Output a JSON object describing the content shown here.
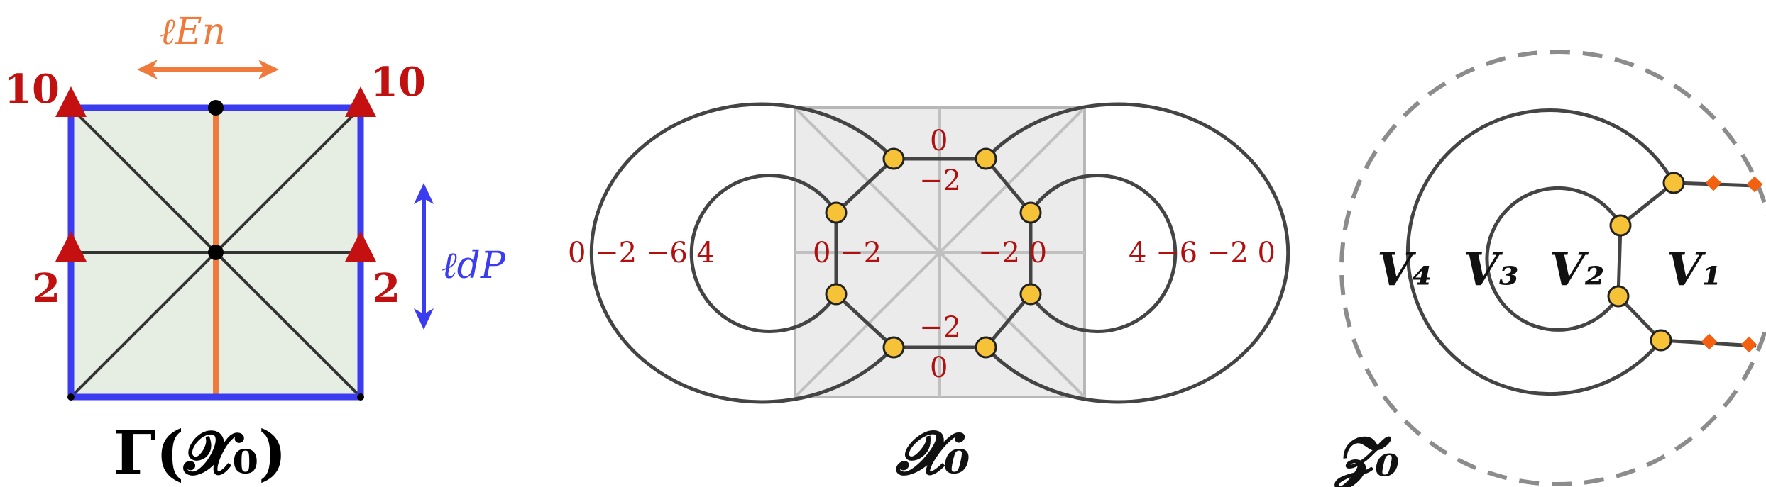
{
  "panel_gamma": {
    "title": "Γ(𝓧₀)",
    "corner_top_left": "10",
    "corner_top_right": "10",
    "mid_left": "2",
    "mid_right": "2",
    "arrow_en": "ℓEn",
    "arrow_dp": "ℓdP"
  },
  "panel_x0": {
    "title": "𝓧₀",
    "left_labels": "0 −2 −6 4",
    "inner_left_labels": "0 −2",
    "inner_right_labels": "−2 0",
    "right_labels": "4 −6 −2 0",
    "top_labels": [
      "0",
      "−2"
    ],
    "bottom_labels": [
      "−2",
      "0"
    ]
  },
  "panel_z0": {
    "title": "𝓩₀",
    "v4": "V₄",
    "v3": "V₃",
    "v2": "V₂",
    "v1": "V₁"
  },
  "colors": {
    "blue": "#3b3bf0",
    "orange": "#f07a3c",
    "red": "#c41010",
    "gray_fill": "#e6efe6",
    "node_yellow": "#f6c338",
    "dark": "#444444"
  }
}
